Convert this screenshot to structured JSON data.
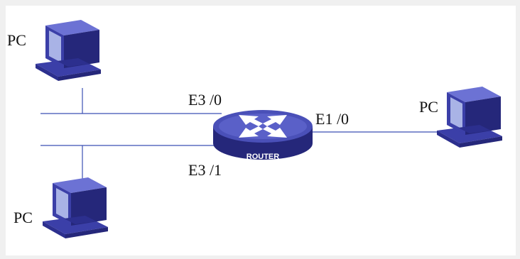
{
  "colors": {
    "background": "#f0f0f0",
    "canvas": "#ffffff",
    "link": "#3a4fb3",
    "device_dark": "#25277a",
    "device_mid": "#3b3fa8",
    "device_light": "#6c72d4",
    "screen": "#a9b3e6"
  },
  "nodes": {
    "pc_top_left": {
      "label": "PC",
      "icon": "pc-icon"
    },
    "pc_bottom_left": {
      "label": "PC",
      "icon": "pc-icon"
    },
    "pc_right": {
      "label": "PC",
      "icon": "pc-icon"
    },
    "router": {
      "label": "ROUTER",
      "icon": "router-icon"
    }
  },
  "interfaces": {
    "e3_0": "E3 /0",
    "e3_1": "E3 /1",
    "e1_0": "E1 /0"
  }
}
